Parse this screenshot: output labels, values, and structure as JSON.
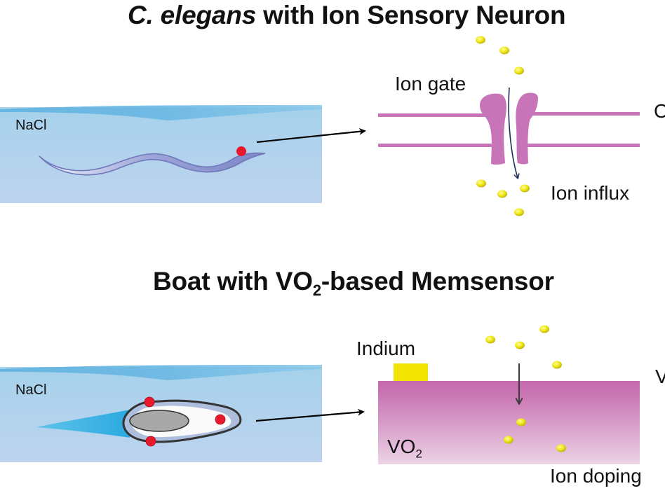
{
  "panels": {
    "top": {
      "title_italic": "C. elegans",
      "title_rest": " with Ion Sensory Neuron",
      "medium_label": "NaCl",
      "gate_label": "Ion gate",
      "flow_label": "Ion influx",
      "edge_label_clipped": "C"
    },
    "bottom": {
      "title_pre": "Boat with VO",
      "title_sub": "2",
      "title_post": "-based Memsensor",
      "medium_label": "NaCl",
      "electrode_label": "Indium",
      "film_label_main": "VO",
      "film_label_sub": "2",
      "flow_label": "Ion doping",
      "edge_label_clipped": "V"
    }
  },
  "colors": {
    "water_top": "#a9d3ec",
    "water_bottom": "#bcd4ee",
    "membrane": "#c874b8",
    "ion": "#f0e81a",
    "marker": "#e8192c",
    "film_top": "#c56aaf",
    "film_bottom": "#ebcfe5",
    "indium": "#f2e400",
    "wake": "#37b4e4"
  }
}
